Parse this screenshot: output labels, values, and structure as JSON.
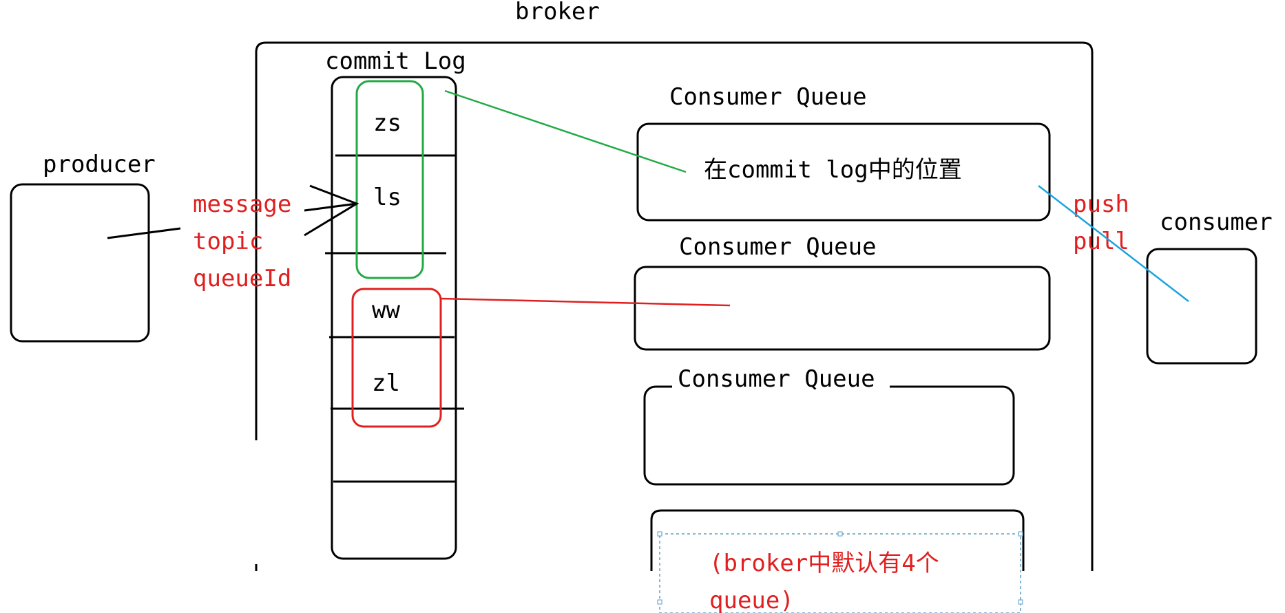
{
  "labels": {
    "broker": "broker",
    "commit_log": "commit Log",
    "producer": "producer",
    "consumer": "consumer",
    "consumer_queue_1": "Consumer Queue",
    "consumer_queue_2": "Consumer Queue",
    "consumer_queue_3": "Consumer Queue",
    "queue_position": "在commit log中的位置"
  },
  "commit_log_entries": [
    "zs",
    "ls",
    "ww",
    "zl"
  ],
  "message_fields": [
    "message",
    "topic",
    "queueId"
  ],
  "push_pull": [
    "push",
    "pull"
  ],
  "note": {
    "line1": "(broker中默认有4个",
    "line2": "queue)"
  },
  "colors": {
    "green": "#22aa44",
    "red": "#e02020",
    "blue": "#1aa3dd",
    "black": "#000000"
  }
}
